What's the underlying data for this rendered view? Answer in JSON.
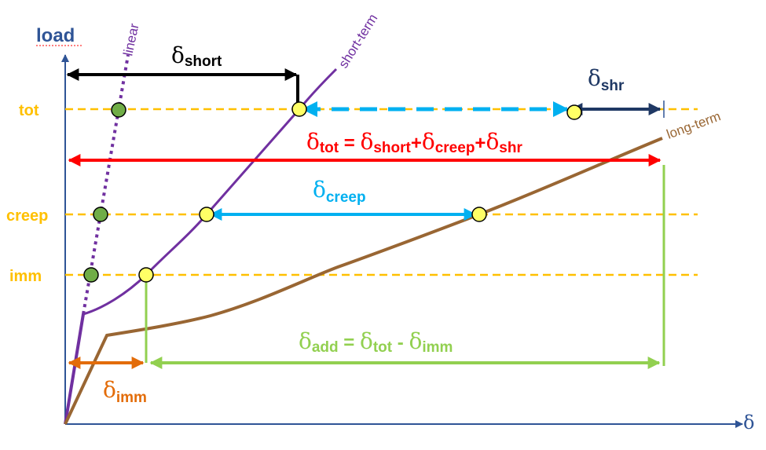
{
  "axes": {
    "y_label": "load",
    "x_label": "δ"
  },
  "levels": {
    "tot": "tot",
    "creep": "creep",
    "imm": "imm"
  },
  "curves": {
    "linear": "linear",
    "short_term": "short-term",
    "long_term": "long-term"
  },
  "labels": {
    "d_short": {
      "symbol": "δ",
      "sub": "short"
    },
    "d_shr": {
      "symbol": "δ",
      "sub": "shr"
    },
    "d_creep": {
      "symbol": "δ",
      "sub": "creep"
    },
    "d_imm": {
      "symbol": "δ",
      "sub": "imm"
    }
  },
  "equations": {
    "tot": {
      "lhs_sub": "tot",
      "eq": " = ",
      "t1_sub": "short",
      "plus": "+",
      "t2_sub": "creep",
      "t3_sub": "shr",
      "symbol": "δ"
    },
    "add": {
      "lhs_sub": "add",
      "eq": " = ",
      "t1_sub": "tot",
      "minus": " - ",
      "t2_sub": "imm",
      "symbol": "δ"
    }
  },
  "colors": {
    "axis": "#2f5496",
    "level_line": "#ffc000",
    "linear": "#7030a0",
    "short_term": "#7030a0",
    "long_term": "#996633",
    "total": "#ff0000",
    "creep": "#00b0f0",
    "shrinkage": "#1f3864",
    "additional": "#92d050",
    "immediate": "#e36c09",
    "short": "#000000",
    "marker_green": "#70ad47",
    "marker_yellow": "#ffff66"
  }
}
